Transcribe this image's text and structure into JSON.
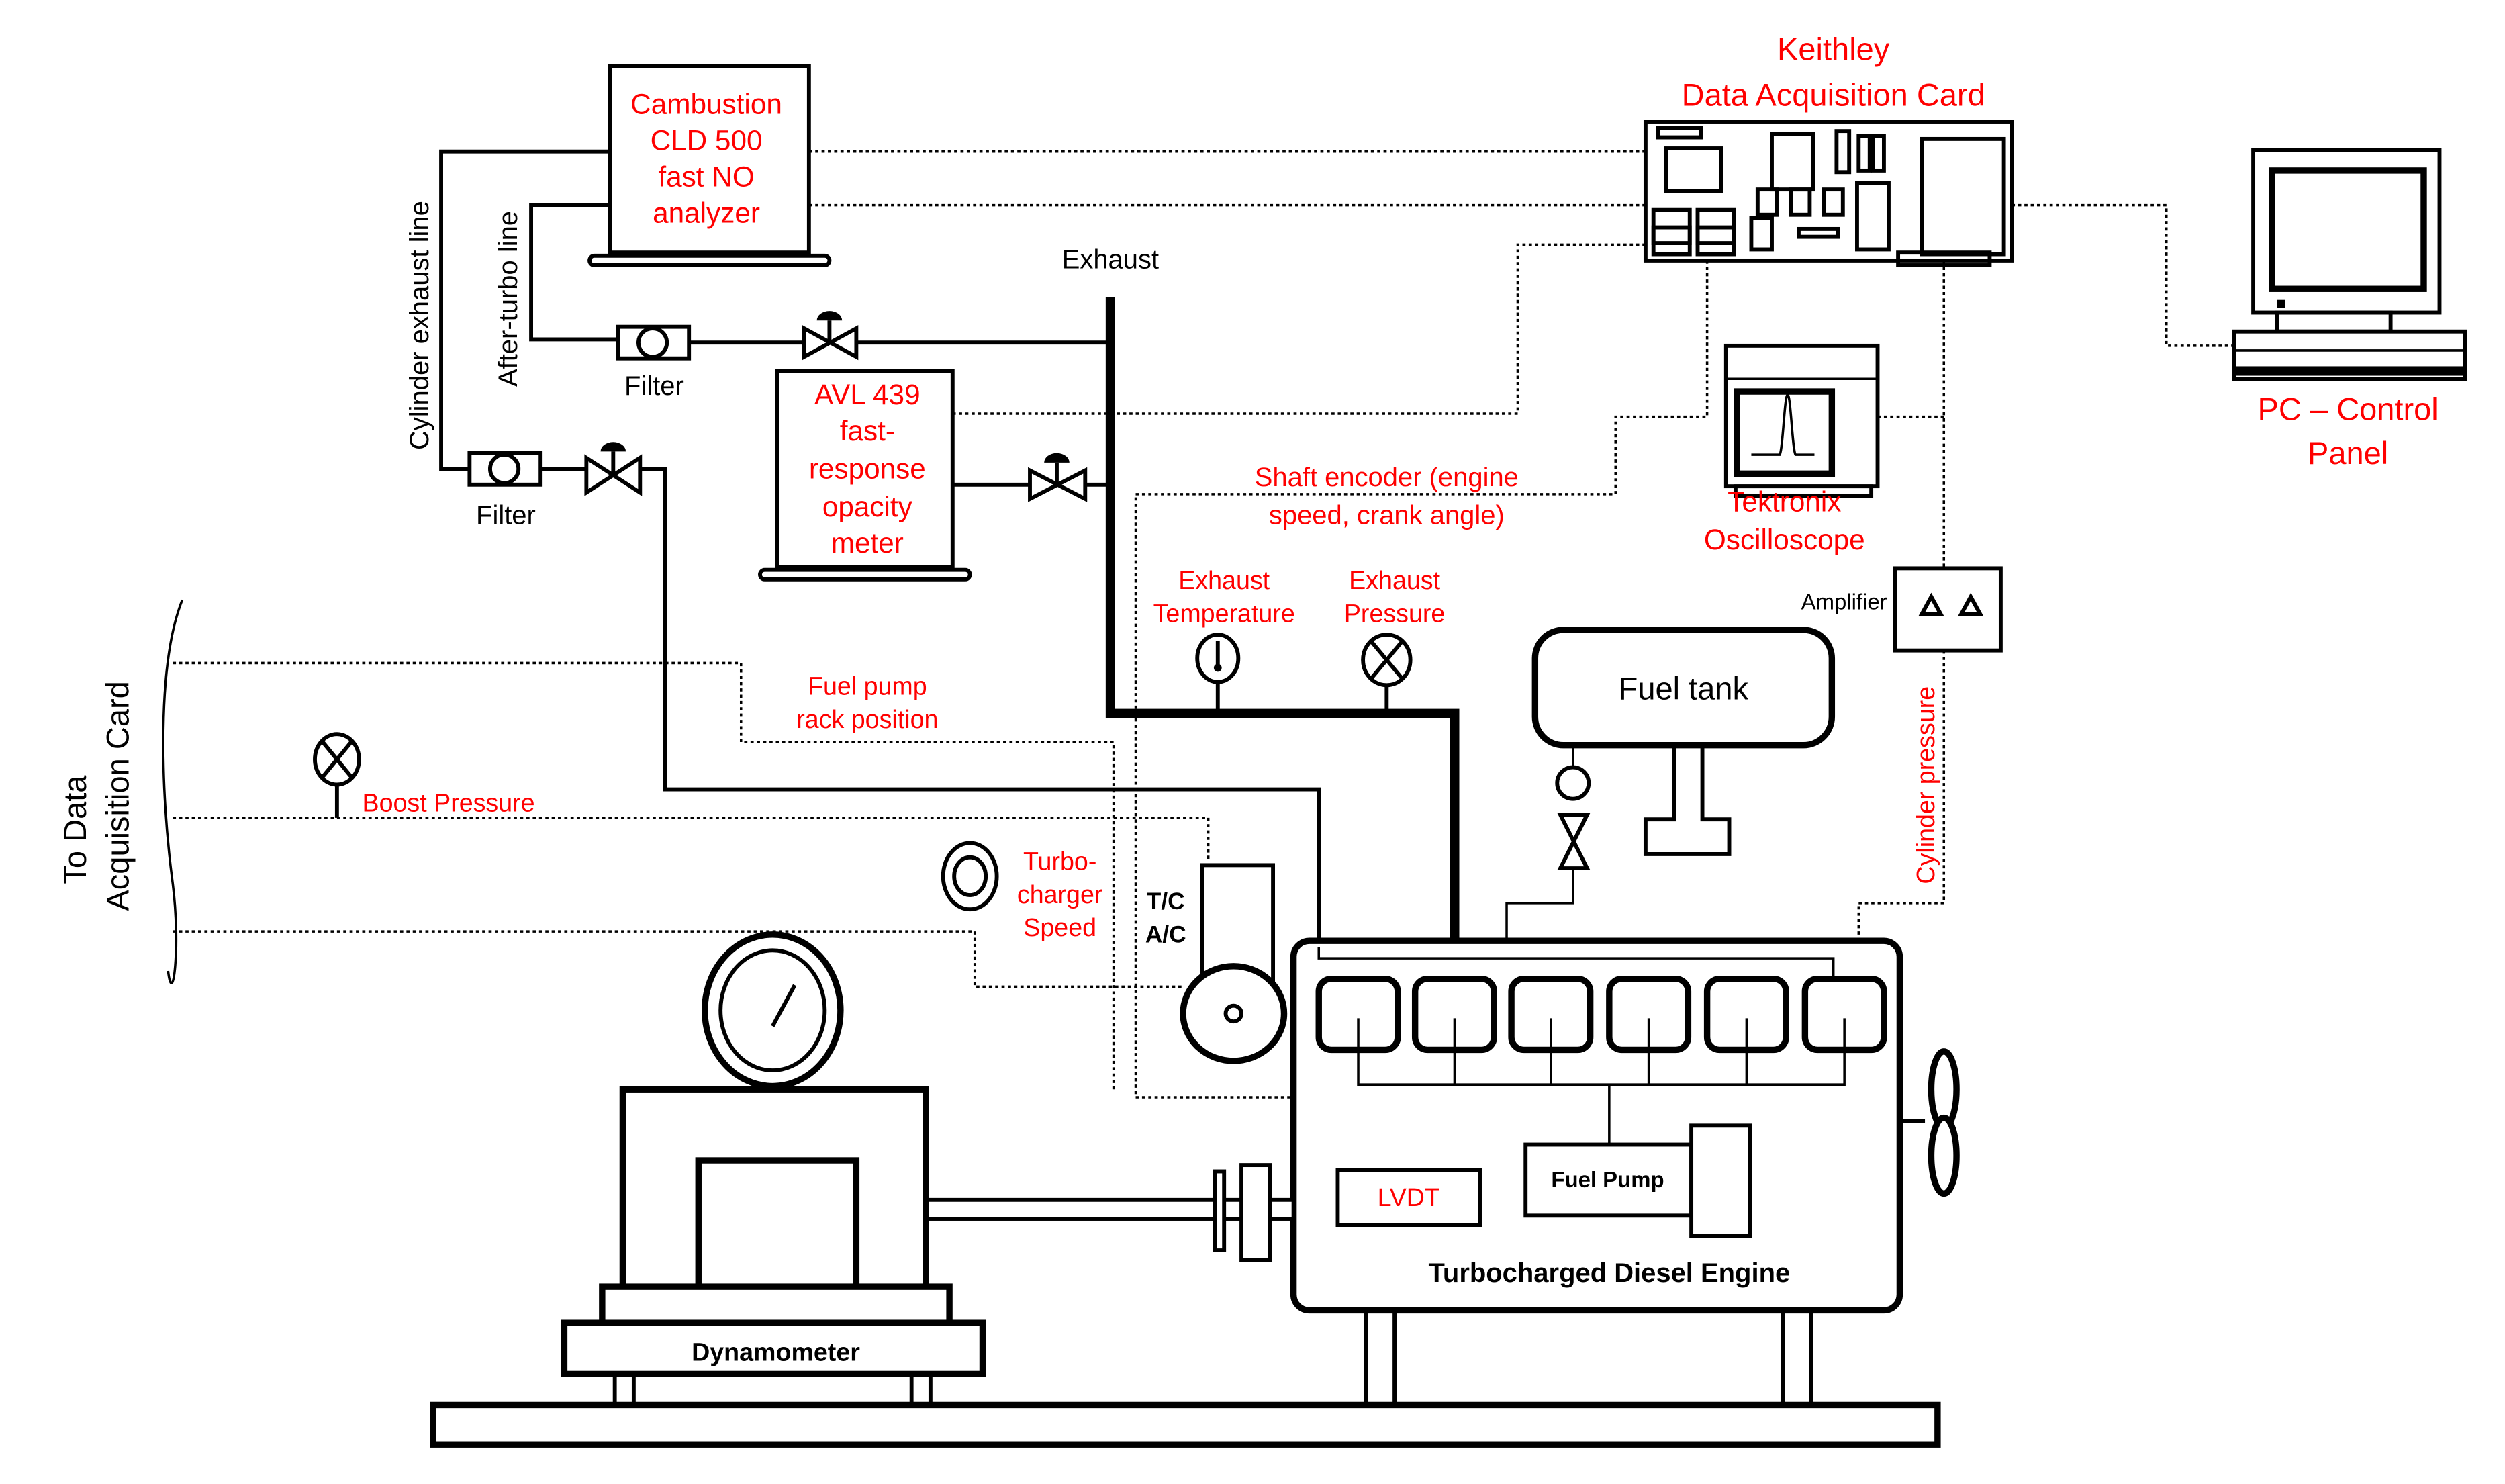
{
  "title": "Turbocharged diesel engine test setup schematic",
  "instruments": {
    "cambustion": [
      "Cambustion",
      "CLD 500",
      "fast NO",
      "analyzer"
    ],
    "avl": [
      "AVL 439",
      "fast-",
      "response",
      "opacity",
      "meter"
    ],
    "keithley": [
      "Keithley",
      "Data Acquisition Card"
    ],
    "pc": [
      "PC – Control",
      "Panel"
    ],
    "tektronix": [
      "Tektronix",
      "Oscilloscope"
    ],
    "amplifier": "Amplifier"
  },
  "lines": {
    "cylinder_exhaust": "Cylinder exhaust line",
    "after_turbo": "After-turbo line",
    "exhaust": "Exhaust",
    "filter1": "Filter",
    "filter2": "Filter",
    "to_daq": [
      "To Data",
      "Acquisition Card"
    ]
  },
  "sensors": {
    "shaft_encoder": [
      "Shaft encoder (engine",
      "speed, crank angle)"
    ],
    "exhaust_temp": [
      "Exhaust",
      "Temperature"
    ],
    "exhaust_pressure": [
      "Exhaust",
      "Pressure"
    ],
    "fuel_pump_rack": [
      "Fuel pump",
      "rack position"
    ],
    "boost_pressure": "Boost Pressure",
    "turbo_speed": [
      "Turbo-",
      "charger",
      "Speed"
    ],
    "cylinder_pressure": "Cylinder pressure",
    "lvdt": "LVDT"
  },
  "components": {
    "fuel_tank": "Fuel tank",
    "fuel_pump": "Fuel Pump",
    "engine": "Turbocharged Diesel Engine",
    "dynamometer": "Dynamometer",
    "tc": "T/C",
    "ac": "A/C"
  },
  "colors": {
    "label_red": "#ff0000",
    "line": "#000000"
  }
}
